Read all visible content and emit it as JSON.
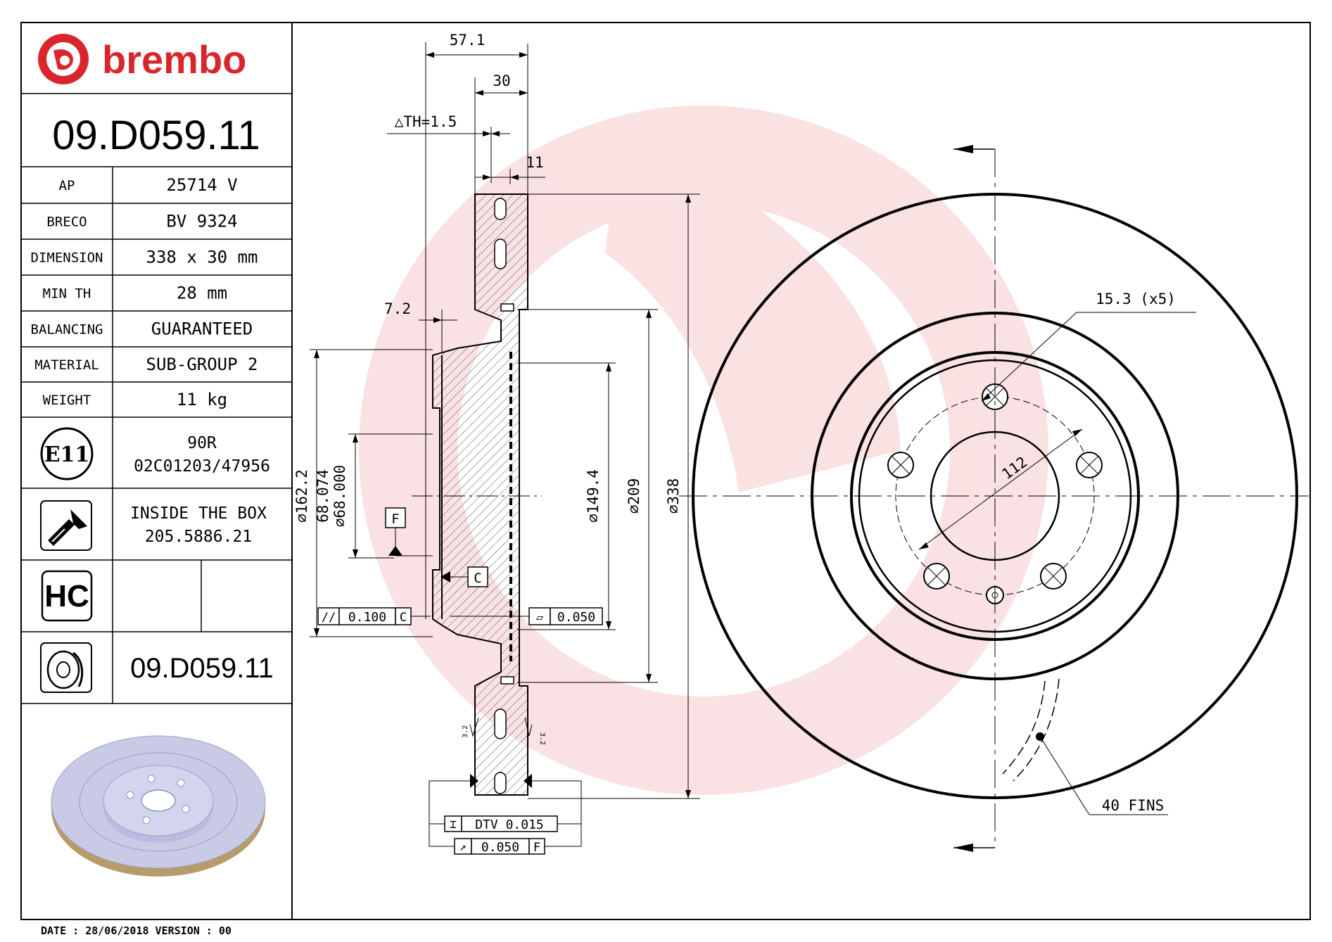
{
  "brand": {
    "name": "brembo",
    "color": "#d9262c"
  },
  "part_number": "09.D059.11",
  "spec_table": [
    {
      "key": "AP",
      "value": "25714 V"
    },
    {
      "key": "BRECO",
      "value": "BV 9324"
    },
    {
      "key": "DIMENSION",
      "value": "338 x 30 mm"
    },
    {
      "key": "MIN TH",
      "value": "28 mm"
    },
    {
      "key": "BALANCING",
      "value": "GUARANTEED"
    },
    {
      "key": "MATERIAL",
      "value": "SUB-GROUP 2"
    },
    {
      "key": "WEIGHT",
      "value": "11 kg"
    }
  ],
  "homologation": {
    "mark": "E11",
    "line1": "90R",
    "line2": "02C01203/47956"
  },
  "inside_box": {
    "icon": "screw-icon",
    "line1": "INSIDE THE BOX",
    "line2": "205.5886.21"
  },
  "hc": {
    "mark": "HC"
  },
  "related_part": {
    "icon": "disc-icon",
    "number": "09.D059.11"
  },
  "footer": {
    "text": "DATE : 28/06/2018 VERSION : 00"
  },
  "section_view": {
    "dims": {
      "overall": "57.1",
      "thickness": "30",
      "th_delta": "△TH=1.5",
      "eleven": "11",
      "hat_offset": "7.2",
      "d162": "⌀162.2",
      "d68074": "68.074",
      "d68000": "⌀68.000",
      "d1494": "⌀149.4",
      "d209": "⌀209",
      "d338": "⌀338"
    },
    "datums": {
      "f": "F",
      "c": "C"
    },
    "tolerances": {
      "parallel": {
        "symbol": "//",
        "value": "0.100",
        "datum": "C"
      },
      "flatness": {
        "symbol": "▱",
        "value": "0.050"
      },
      "dtv": {
        "symbol": "⌶",
        "label": "DTV 0.015"
      },
      "runout": {
        "symbol": "↗",
        "value": "0.050",
        "datum": "F"
      }
    },
    "roughness": {
      "left": "3.2",
      "right": "3.2"
    }
  },
  "front_view": {
    "bolt_holes": "15.3 (x5)",
    "pcd": "112",
    "fins": "40 FINS"
  }
}
